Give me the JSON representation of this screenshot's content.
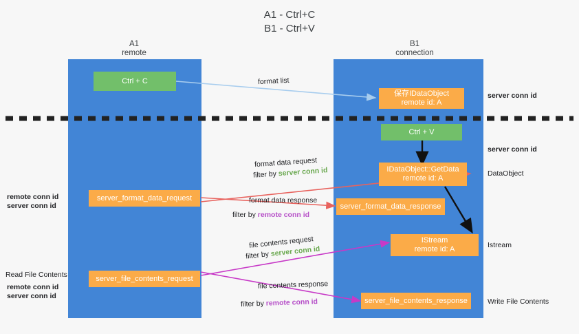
{
  "title": {
    "line1": "A1 - Ctrl+C",
    "line2": "B1 - Ctrl+V"
  },
  "columns": [
    {
      "name": "A1",
      "sub": "remote"
    },
    {
      "name": "B1",
      "sub": "connection"
    }
  ],
  "boxes": {
    "ctrl_c": "Ctrl + C",
    "ctrl_v": "Ctrl + V",
    "save_idataobject_l1": "保存IDataObject",
    "save_idataobject_l2": "remote id: A",
    "getdata_l1": "IDataObject::GetData",
    "getdata_l2": "remote id: A",
    "istream_l1": "IStream",
    "istream_l2": "remote id: A",
    "server_format_data_request": "server_format_data_request",
    "server_format_data_response": "server_format_data_response",
    "server_file_contents_request": "server_file_contents_request",
    "server_file_contents_response": "server_file_contents_response"
  },
  "flow_labels": {
    "format_list": "format list",
    "format_data_request": "format data request",
    "format_data_filter_prefix": "filter by ",
    "format_data_filter_value": "server conn id",
    "format_data_response": "format data response",
    "format_data_response_filter_prefix": "filter by ",
    "format_data_response_filter_value": "remote conn id",
    "file_contents_request": "file contents request",
    "file_contents_request_filter_prefix": "filter by ",
    "file_contents_request_filter_value": "server conn id",
    "file_contents_response": "file contents response",
    "file_contents_response_filter_prefix": "filter by ",
    "file_contents_response_filter_value": "remote conn id"
  },
  "right_labels": {
    "server_conn_id_top": "server conn id",
    "server_conn_id_mid": "server conn id",
    "dataobject": "DataObject",
    "istream": "Istream",
    "write_file_contents": "Write File Contents"
  },
  "left_labels": {
    "remote_conn_id_1": "remote conn id",
    "server_conn_id_1": "server conn id",
    "read_file_contents": "Read File Contents",
    "remote_conn_id_2": "remote conn id",
    "server_conn_id_2": "server conn id"
  },
  "colors": {
    "lane": "#4285d6",
    "green_box": "#72bf6a",
    "orange_box": "#fbab48",
    "green_text": "#6aa84f",
    "purple_text": "#b64fc8",
    "arrow_blue": "#a8cdee",
    "arrow_red": "#e8635e",
    "arrow_magenta": "#c739c7",
    "arrow_black": "#111111",
    "background": "#f7f7f7"
  }
}
